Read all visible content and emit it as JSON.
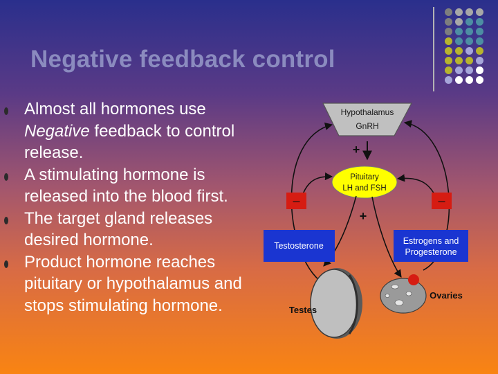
{
  "slide": {
    "title": "Negative feedback control",
    "bullets": [
      {
        "parts": [
          {
            "text": "Almost all hormones use ",
            "italic": false
          },
          {
            "text": "Negative",
            "italic": true
          },
          {
            "text": " feedback to control release.",
            "italic": false
          }
        ]
      },
      {
        "parts": [
          {
            "text": "A stimulating hormone is released into the blood first.",
            "italic": false
          }
        ]
      },
      {
        "parts": [
          {
            "text": "The target gland releases desired hormone.",
            "italic": false
          }
        ]
      },
      {
        "parts": [
          {
            "text": "Product hormone reaches pituitary or hypothalamus and stops stimulating hormone.",
            "italic": false
          }
        ]
      }
    ]
  },
  "diagram": {
    "hypothalamus": {
      "name": "Hypothalamus",
      "hormone": "GnRH"
    },
    "pituitary": {
      "name": "Pituitary",
      "hormones": "LH and FSH"
    },
    "plus_sign": "+",
    "minus_sign": "–",
    "testosterone_label": "Testosterone",
    "estrogens_label_line1": "Estrogens and",
    "estrogens_label_line2": "Progesterone",
    "testes_label": "Testes",
    "ovaries_label": "Ovaries"
  },
  "colors": {
    "blue_box": "#1a35d1",
    "red_box": "#d61c12",
    "pituitary_fill": "#ffff00",
    "hypothalamus_fill": "#c0c0c0",
    "dot_grid": [
      "#7e7e7e",
      "#a7a7a7",
      "#4d8ea3",
      "#b7b42e",
      "#a6a6da",
      "#ffffff"
    ]
  }
}
